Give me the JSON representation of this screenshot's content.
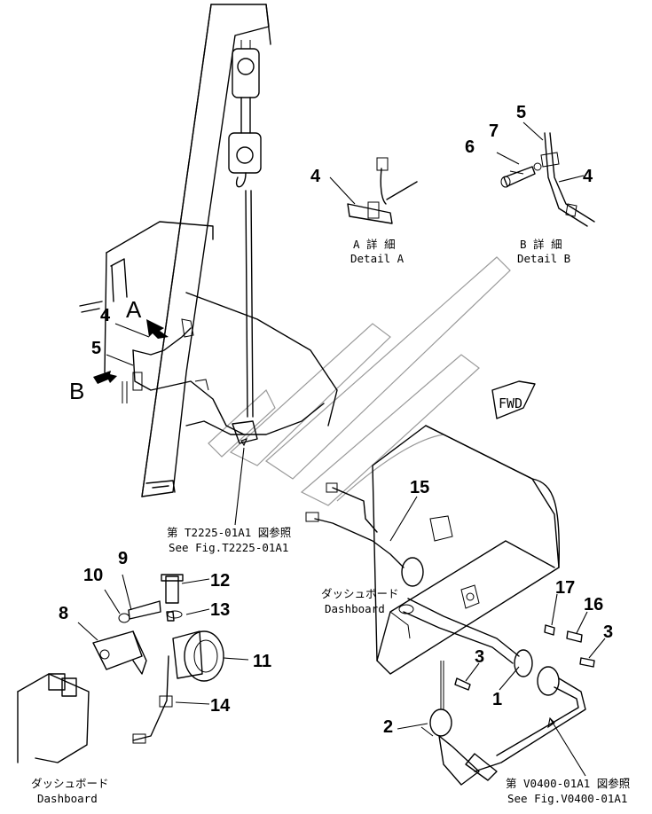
{
  "callouts": {
    "n1": "1",
    "n2": "2",
    "n3a": "3",
    "n3b": "3",
    "n4a": "4",
    "n4b": "4",
    "n4c": "4",
    "n5a": "5",
    "n5b": "5",
    "n6": "6",
    "n7": "7",
    "n8": "8",
    "n9": "9",
    "n10": "10",
    "n11": "11",
    "n12": "12",
    "n13": "13",
    "n14": "14",
    "n15": "15",
    "n16": "16",
    "n17": "17"
  },
  "views": {
    "a": "A",
    "b": "B"
  },
  "captions": {
    "detail_a_jp": "A 詳 細",
    "detail_a_en": "Detail A",
    "detail_b_jp": "B 詳 細",
    "detail_b_en": "Detail B",
    "see_t2225_jp": "第 T2225-01A1 図参照",
    "see_t2225_en": "See Fig.T2225-01A1",
    "see_v0400_jp": "第 V0400-01A1 図参照",
    "see_v0400_en": "See Fig.V0400-01A1",
    "dashboard_jp_1": "ダッシュボード",
    "dashboard_en_1": "Dashboard",
    "dashboard_jp_2": "ダッシュボード",
    "dashboard_en_2": "Dashboard",
    "fwd": "FWD"
  }
}
